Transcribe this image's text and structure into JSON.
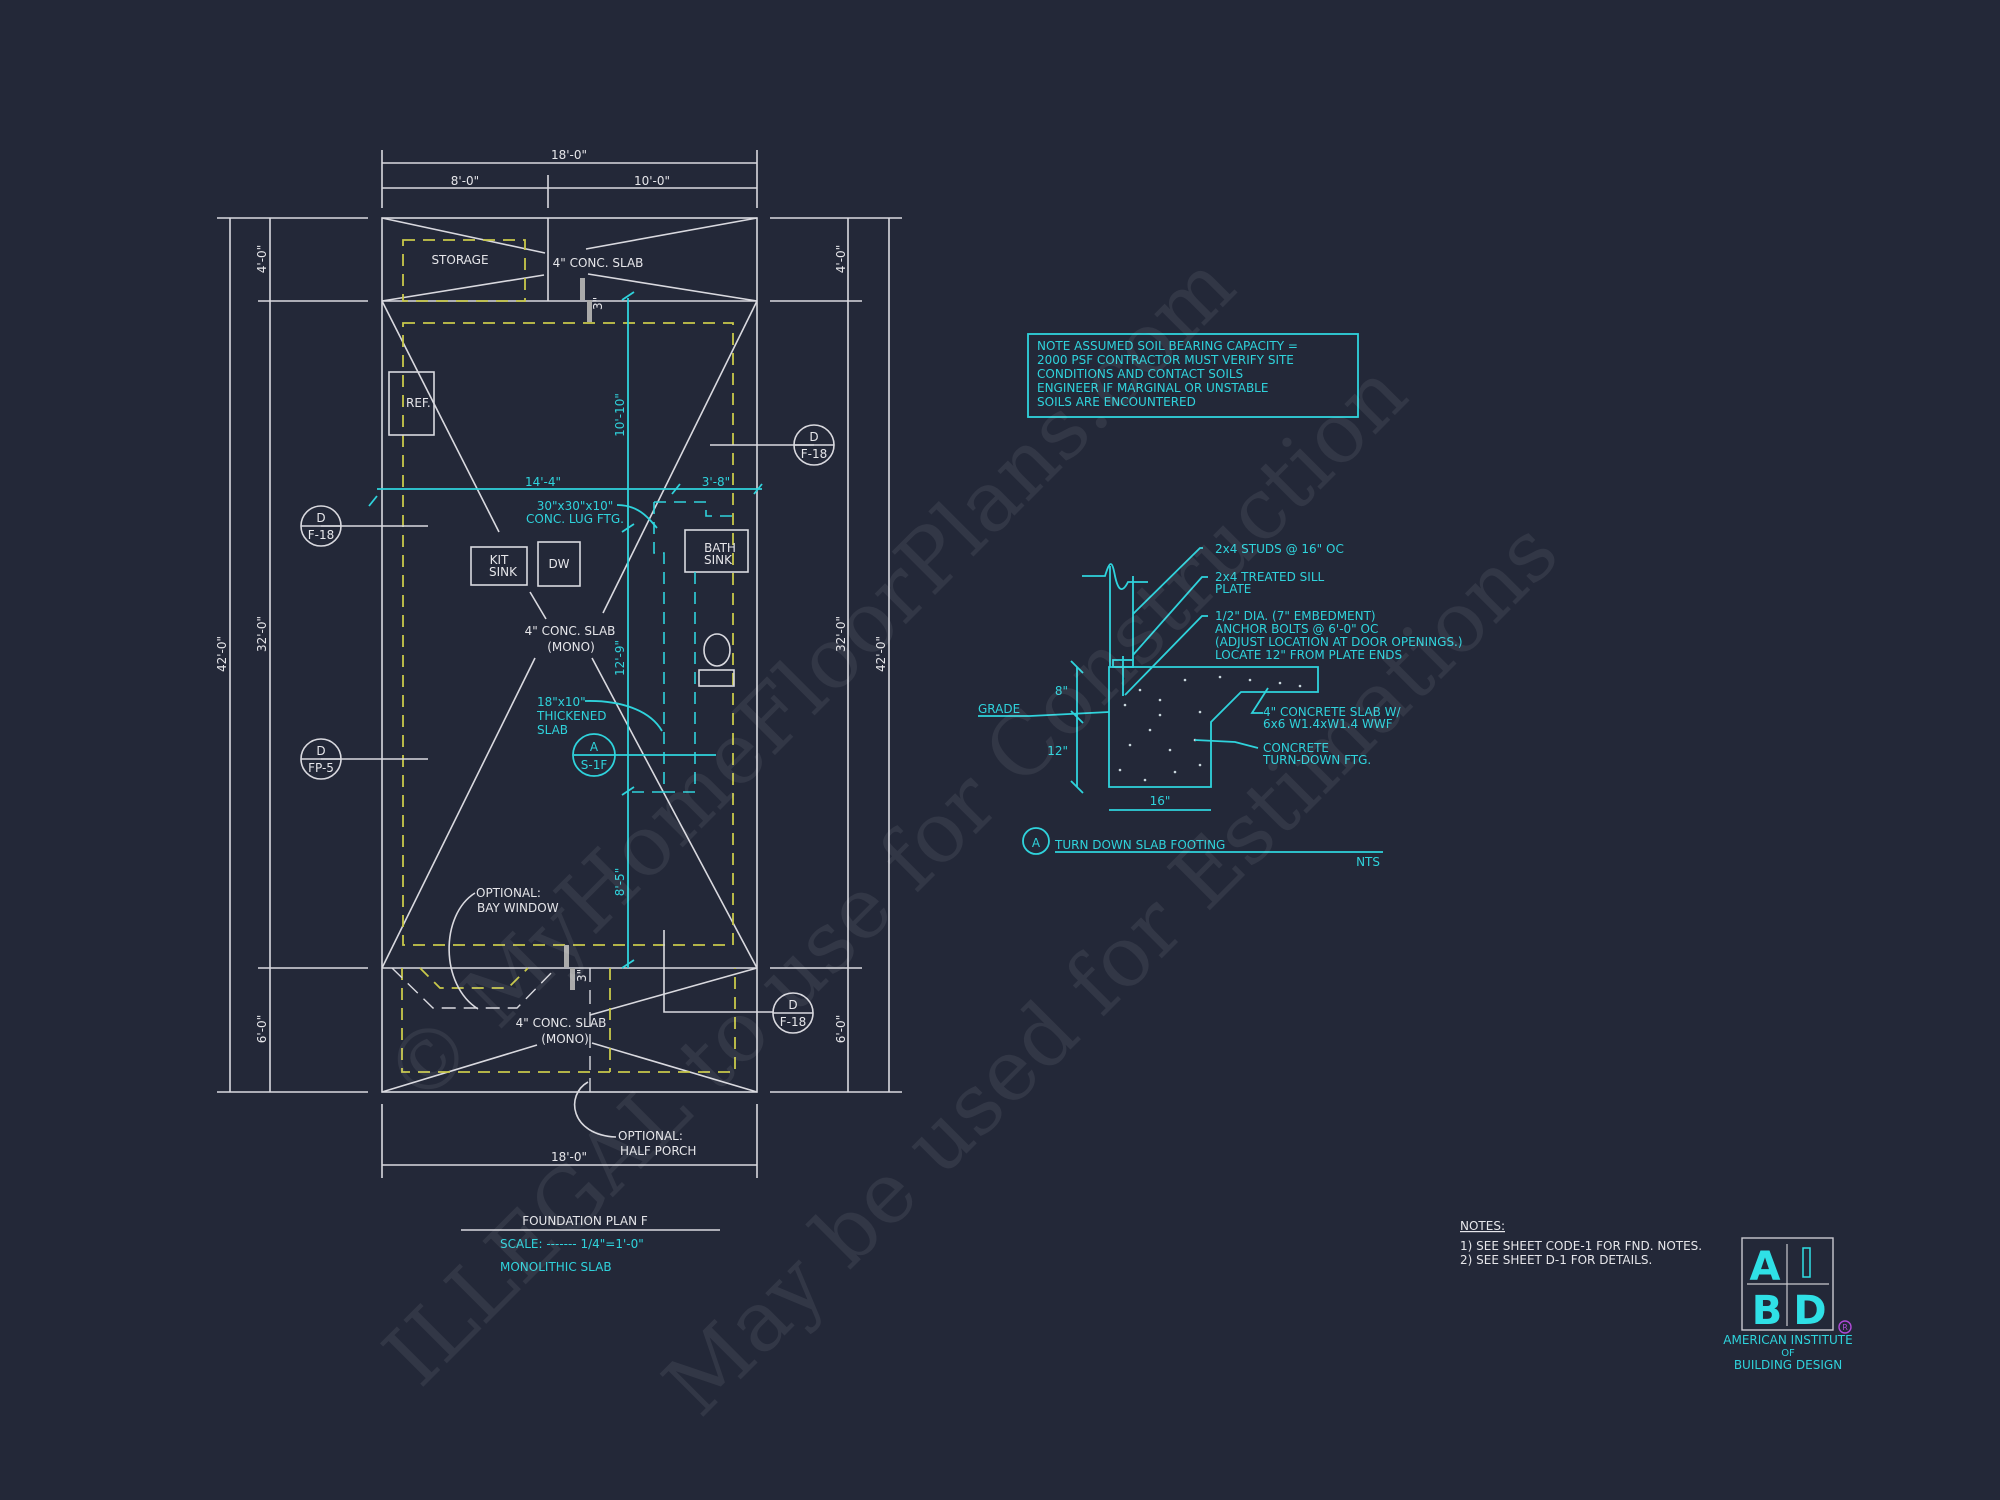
{
  "plan": {
    "title": "FOUNDATION PLAN F",
    "scale": "SCALE: ------- 1/4\"=1'-0\"",
    "subtitle": "MONOLITHIC SLAB",
    "dims": {
      "top_overall": "18'-0\"",
      "top_left": "8'-0\"",
      "top_right": "10'-0\"",
      "bottom_overall": "18'-0\"",
      "left_4": "4'-0\"",
      "left_32": "32'-0\"",
      "left_6": "6'-0\"",
      "left_42": "42'-0\"",
      "right_4": "4'-0\"",
      "right_32": "32'-0\"",
      "right_6": "6'-0\"",
      "right_42": "42'-0\"",
      "cyan_14_4": "14'-4\"",
      "cyan_3_8": "3'-8\"",
      "cyan_10_10": "10'-10\"",
      "cyan_12_9": "12'-9\"",
      "cyan_8_5": "8'-5\"",
      "step_top": "3\"",
      "step_bottom": "3\""
    },
    "labels": {
      "storage": "STORAGE",
      "slab_top": "4\" CONC. SLAB",
      "ref": "REF.",
      "kit_sink_1": "KIT",
      "kit_sink_2": "SINK",
      "dw": "DW",
      "bath_sink_1": "BATH",
      "bath_sink_2": "SINK",
      "slab_mono_1": "4\" CONC. SLAB",
      "slab_mono_2": "(MONO)",
      "lug_1": "30\"x30\"x10\"",
      "lug_2": "CONC. LUG FTG.",
      "thick_1": "18\"x10\"",
      "thick_2": "THICKENED",
      "thick_3": "SLAB",
      "bay_1": "OPTIONAL:",
      "bay_2": "BAY WINDOW",
      "porch_slab_1": "4\" CONC. SLAB",
      "porch_slab_2": "(MONO)",
      "porch_1": "OPTIONAL:",
      "porch_2": "HALF PORCH"
    },
    "section_markers": [
      {
        "top": "D",
        "bottom": "F-18"
      },
      {
        "top": "D",
        "bottom": "F-18"
      },
      {
        "top": "D",
        "bottom": "FP-5"
      },
      {
        "top": "D",
        "bottom": "F-18"
      },
      {
        "top": "A",
        "bottom": "S-1F"
      }
    ]
  },
  "note_box": [
    "NOTE ASSUMED SOIL BEARING CAPACITY =",
    "2000 PSF CONTRACTOR MUST VERIFY SITE",
    "CONDITIONS AND CONTACT SOILS",
    "ENGINEER IF MARGINAL OR UNSTABLE",
    "SOILS ARE ENCOUNTERED"
  ],
  "detail": {
    "marker": "A",
    "title": "TURN DOWN SLAB FOOTING",
    "scale": "NTS",
    "callouts": {
      "studs": "2x4 STUDS @ 16\" OC",
      "sill_1": "2x4 TREATED SILL",
      "sill_2": "PLATE",
      "bolt_1": "1/2\" DIA. (7\" EMBEDMENT)",
      "bolt_2": "ANCHOR BOLTS @ 6'-0\" OC",
      "bolt_3": "(ADJUST LOCATION AT DOOR OPENINGS.)",
      "bolt_4": "LOCATE 12\" FROM PLATE ENDS",
      "slab_1": "4\" CONCRETE SLAB W/",
      "slab_2": "6x6 W1.4xW1.4 WWF",
      "ftg_1": "CONCRETE",
      "ftg_2": "TURN-DOWN FTG.",
      "grade": "GRADE",
      "dim_8": "8\"",
      "dim_12": "12\"",
      "dim_16": "16\""
    }
  },
  "notes": {
    "heading": "NOTES:",
    "items": [
      "1) SEE SHEET CODE-1 FOR FND. NOTES.",
      "2) SEE SHEET D-1 FOR DETAILS."
    ]
  },
  "logo": {
    "letters": [
      "A",
      "I",
      "B",
      "D"
    ],
    "registered": "R",
    "name_1": "AMERICAN INSTITUTE",
    "name_2": "OF",
    "name_3": "BUILDING DESIGN"
  },
  "watermark": [
    "© MyHomeFloorPlans.com",
    "ILLEGAL to use for Construction",
    "May be used for Estimations"
  ],
  "colors": {
    "background": "#232838",
    "cyan": "#2fd3dc",
    "yellow": "#c8c84a",
    "white": "#e6e6ea"
  }
}
